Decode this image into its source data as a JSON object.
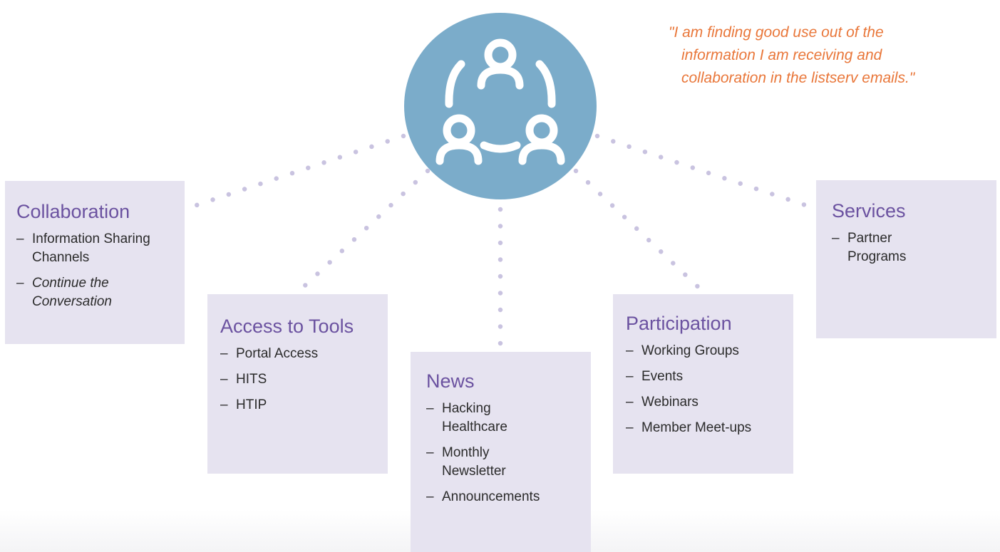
{
  "colors": {
    "hub": "#7bacca",
    "box_background": "#e6e3f0",
    "title": "#6b52a0",
    "quote": "#e9773a",
    "dots": "#c9c3e0",
    "text": "#2b2b2b"
  },
  "hub": {
    "icon": "community-network-icon"
  },
  "quote": {
    "line1": "\"I am finding good use out of the",
    "line2": "information I am receiving and",
    "line3": "collaboration in the listserv emails.\""
  },
  "boxes": {
    "collaboration": {
      "title": "Collaboration",
      "items": [
        {
          "dash": "–",
          "text": "Information Sharing Channels"
        },
        {
          "dash": "–",
          "text": "Continue the Conversation"
        }
      ]
    },
    "access": {
      "title": "Access to Tools",
      "items": [
        {
          "dash": "–",
          "text": "Portal Access"
        },
        {
          "dash": "–",
          "text": "HITS"
        },
        {
          "dash": "–",
          "text": "HTIP"
        }
      ]
    },
    "news": {
      "title": "News",
      "items": [
        {
          "dash": "–",
          "text": "Hacking Healthcare"
        },
        {
          "dash": "–",
          "text": "Monthly Newsletter"
        },
        {
          "dash": "–",
          "text": "Announcements"
        }
      ]
    },
    "participation": {
      "title": "Participation",
      "items": [
        {
          "dash": "–",
          "text": "Working Groups"
        },
        {
          "dash": "–",
          "text": "Events"
        },
        {
          "dash": "–",
          "text": "Webinars"
        },
        {
          "dash": "–",
          "text": "Member Meet-ups"
        }
      ]
    },
    "services": {
      "title": "Services",
      "items": [
        {
          "dash": "–",
          "text": "Partner Programs"
        }
      ]
    }
  }
}
